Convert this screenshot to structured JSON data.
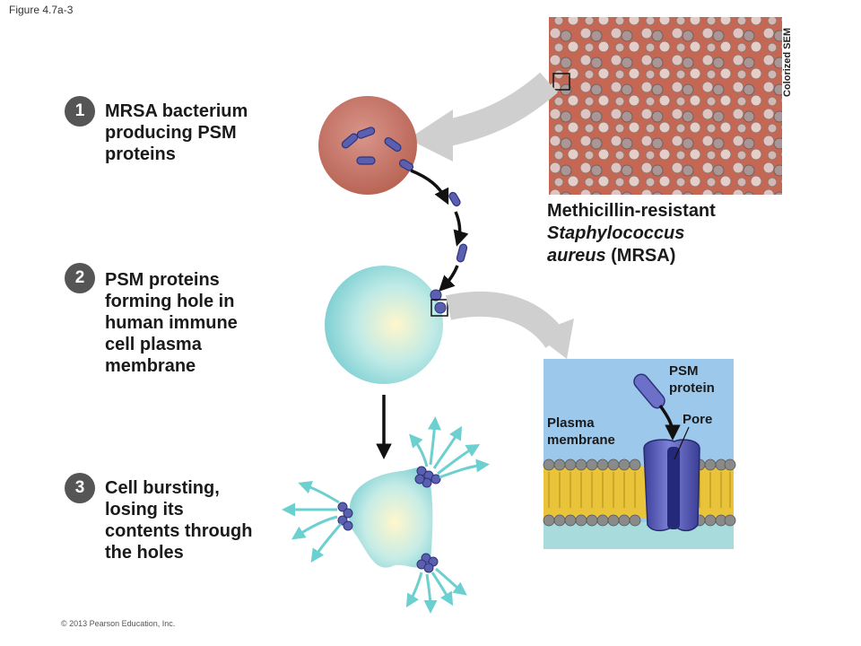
{
  "figure_label": "Figure 4.7a-3",
  "steps": [
    {
      "number": "1",
      "line1": "MRSA bacterium",
      "line2": "producing PSM",
      "line3": "proteins"
    },
    {
      "number": "2",
      "line1": "PSM proteins",
      "line2": "forming hole in",
      "line3": "human immune",
      "line4": "cell plasma",
      "line5": "membrane"
    },
    {
      "number": "3",
      "line1": "Cell bursting,",
      "line2": "losing its",
      "line3": "contents through",
      "line4": "the holes"
    }
  ],
  "micrograph": {
    "label": "Colorized SEM",
    "caption_line1": "Methicillin-resistant",
    "caption_line2": "Staphylococcus",
    "caption_line3": "aureus",
    "caption_line3_suffix": " (MRSA)"
  },
  "inset": {
    "psm_label_line1": "PSM",
    "psm_label_line2": "protein",
    "pore_label": "Pore",
    "membrane_label_line1": "Plasma",
    "membrane_label_line2": "membrane"
  },
  "copyright": "© 2013 Pearson Education, Inc.",
  "colors": {
    "bacterium": "#c97d6e",
    "immune_cell": "#8fd8d8",
    "psm_protein": "#5a5fb0",
    "sem_background": "#c86a55",
    "membrane_bg": "#9cc8ec",
    "lipid_tail": "#e9c43a",
    "cytoplasm": "#a8dcdc",
    "badge": "#555555"
  }
}
